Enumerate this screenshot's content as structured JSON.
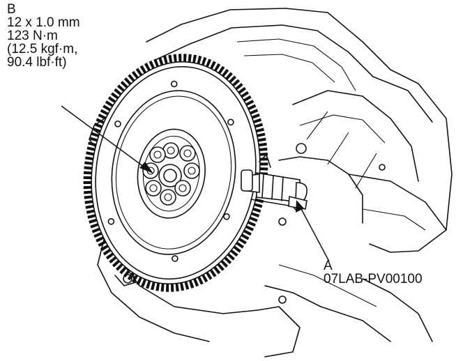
{
  "callout_b": {
    "letter": "B",
    "lines": [
      "12 x 1.0 mm",
      "123 N·m",
      "(12.5 kgf·m,",
      "90.4 lbf·ft)"
    ]
  },
  "callout_a": {
    "letter": "A",
    "part_number": "07LAB-PV00100"
  },
  "colors": {
    "line": "#111111",
    "background": "#ffffff"
  }
}
